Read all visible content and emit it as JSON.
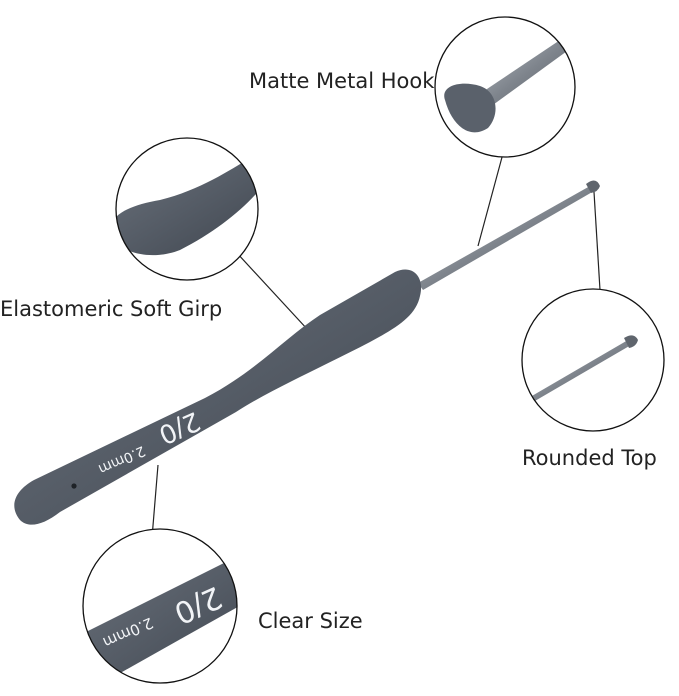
{
  "callouts": {
    "matte_metal_hook": "Matte Metal Hook",
    "elastomeric_soft_grip": "Elastomeric Soft Girp",
    "rounded_top": "Rounded Top",
    "clear_size": "Clear Size"
  },
  "handle_marking": {
    "size_code": "2/0",
    "size_mm": "2.0mm"
  },
  "colors": {
    "handle": "#555c66",
    "metal": "#8a9098",
    "text": "#222222",
    "circle_stroke": "#111111"
  }
}
